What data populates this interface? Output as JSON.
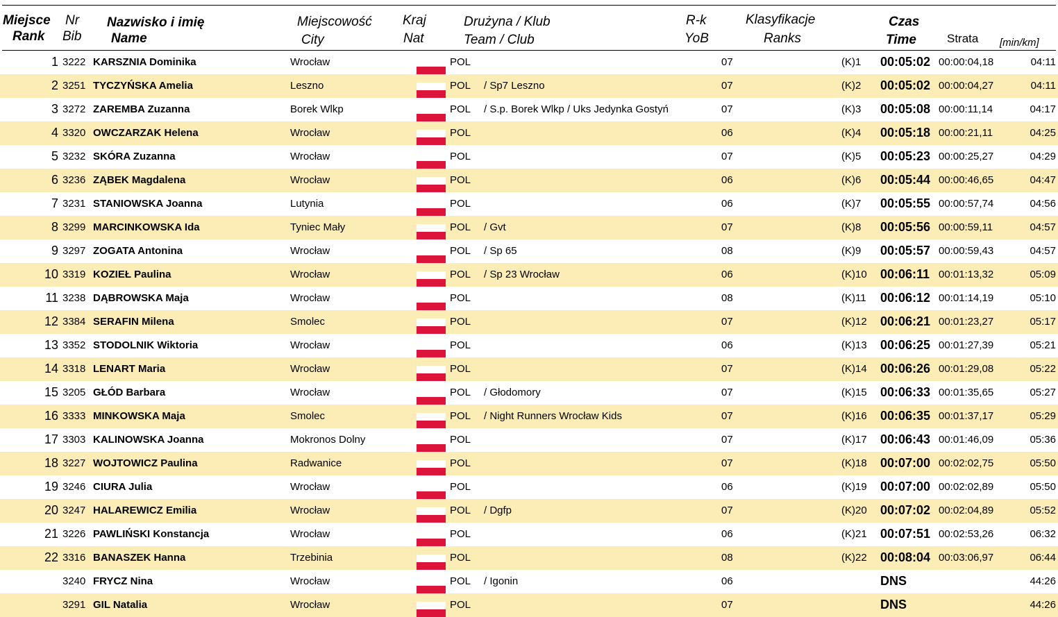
{
  "headers": {
    "rank_pl": "Miejsce",
    "rank_en": "Rank",
    "bib_pl": "Nr",
    "bib_en": "Bib",
    "name_pl": "Nazwisko i imię",
    "name_en": "Name",
    "city_pl": "Miejscowość",
    "city_en": "City",
    "nat_pl": "Kraj",
    "nat_en": "Nat",
    "team_pl": "Drużyna / Klub",
    "team_en": "Team / Club",
    "yob_pl": "R-k",
    "yob_en": "YoB",
    "ranks_pl": "Klasyfikacje",
    "ranks_en": "Ranks",
    "time_pl": "Czas",
    "time_en": "Time",
    "gap": "Strata",
    "pace": "[min/km]"
  },
  "colors": {
    "alt_row": "#FBEDB5",
    "flag_red": "#DC143C"
  },
  "rows": [
    {
      "rank": "1",
      "bib": "3222",
      "name": "KARSZNIA Dominika",
      "city": "Wrocław",
      "nat": "POL",
      "team": "",
      "yob": "07",
      "cls": "(K)1",
      "time": "00:05:02",
      "gap": "00:00:04,18",
      "pace": "04:11"
    },
    {
      "rank": "2",
      "bib": "3251",
      "name": "TYCZYŃSKA Amelia",
      "city": "Leszno",
      "nat": "POL",
      "team": "/ Sp7 Leszno",
      "yob": "07",
      "cls": "(K)2",
      "time": "00:05:02",
      "gap": "00:00:04,27",
      "pace": "04:11"
    },
    {
      "rank": "3",
      "bib": "3272",
      "name": "ZAREMBA Zuzanna",
      "city": "Borek Wlkp",
      "nat": "POL",
      "team": "/ S.p. Borek Wlkp / Uks Jedynka Gostyń",
      "yob": "07",
      "cls": "(K)3",
      "time": "00:05:08",
      "gap": "00:00:11,14",
      "pace": "04:17"
    },
    {
      "rank": "4",
      "bib": "3320",
      "name": "OWCZARZAK Helena",
      "city": "Wrocław",
      "nat": "POL",
      "team": "",
      "yob": "06",
      "cls": "(K)4",
      "time": "00:05:18",
      "gap": "00:00:21,11",
      "pace": "04:25"
    },
    {
      "rank": "5",
      "bib": "3232",
      "name": "SKÓRA Zuzanna",
      "city": "Wrocław",
      "nat": "POL",
      "team": "",
      "yob": "07",
      "cls": "(K)5",
      "time": "00:05:23",
      "gap": "00:00:25,27",
      "pace": "04:29"
    },
    {
      "rank": "6",
      "bib": "3236",
      "name": "ZĄBEK Magdalena",
      "city": "Wrocław",
      "nat": "POL",
      "team": "",
      "yob": "06",
      "cls": "(K)6",
      "time": "00:05:44",
      "gap": "00:00:46,65",
      "pace": "04:47"
    },
    {
      "rank": "7",
      "bib": "3231",
      "name": "STANIOWSKA Joanna",
      "city": "Lutynia",
      "nat": "POL",
      "team": "",
      "yob": "06",
      "cls": "(K)7",
      "time": "00:05:55",
      "gap": "00:00:57,74",
      "pace": "04:56"
    },
    {
      "rank": "8",
      "bib": "3299",
      "name": "MARCINKOWSKA Ida",
      "city": "Tyniec Mały",
      "nat": "POL",
      "team": "/ Gvt",
      "yob": "07",
      "cls": "(K)8",
      "time": "00:05:56",
      "gap": "00:00:59,11",
      "pace": "04:57"
    },
    {
      "rank": "9",
      "bib": "3297",
      "name": "ZOGATA Antonina",
      "city": "Wrocław",
      "nat": "POL",
      "team": "/ Sp 65",
      "yob": "08",
      "cls": "(K)9",
      "time": "00:05:57",
      "gap": "00:00:59,43",
      "pace": "04:57"
    },
    {
      "rank": "10",
      "bib": "3319",
      "name": "KOZIEŁ Paulina",
      "city": "Wrocław",
      "nat": "POL",
      "team": "/ Sp 23 Wrocław",
      "yob": "06",
      "cls": "(K)10",
      "time": "00:06:11",
      "gap": "00:01:13,32",
      "pace": "05:09"
    },
    {
      "rank": "11",
      "bib": "3238",
      "name": "DĄBROWSKA Maja",
      "city": "Wrocław",
      "nat": "POL",
      "team": "",
      "yob": "08",
      "cls": "(K)11",
      "time": "00:06:12",
      "gap": "00:01:14,19",
      "pace": "05:10"
    },
    {
      "rank": "12",
      "bib": "3384",
      "name": "SERAFIN Milena",
      "city": "Smolec",
      "nat": "POL",
      "team": "",
      "yob": "07",
      "cls": "(K)12",
      "time": "00:06:21",
      "gap": "00:01:23,27",
      "pace": "05:17"
    },
    {
      "rank": "13",
      "bib": "3352",
      "name": "STODOLNIK Wiktoria",
      "city": "Wrocław",
      "nat": "POL",
      "team": "",
      "yob": "06",
      "cls": "(K)13",
      "time": "00:06:25",
      "gap": "00:01:27,39",
      "pace": "05:21"
    },
    {
      "rank": "14",
      "bib": "3318",
      "name": "LENART Maria",
      "city": "Wrocław",
      "nat": "POL",
      "team": "",
      "yob": "07",
      "cls": "(K)14",
      "time": "00:06:26",
      "gap": "00:01:29,08",
      "pace": "05:22"
    },
    {
      "rank": "15",
      "bib": "3205",
      "name": "GŁÓD Barbara",
      "city": "Wrocław",
      "nat": "POL",
      "team": "/ Głodomory",
      "yob": "07",
      "cls": "(K)15",
      "time": "00:06:33",
      "gap": "00:01:35,65",
      "pace": "05:27"
    },
    {
      "rank": "16",
      "bib": "3333",
      "name": "MINKOWSKA Maja",
      "city": "Smolec",
      "nat": "POL",
      "team": "/ Night Runners Wrocław Kids",
      "yob": "07",
      "cls": "(K)16",
      "time": "00:06:35",
      "gap": "00:01:37,17",
      "pace": "05:29"
    },
    {
      "rank": "17",
      "bib": "3303",
      "name": "KALINOWSKA Joanna",
      "city": "Mokronos Dolny",
      "nat": "POL",
      "team": "",
      "yob": "07",
      "cls": "(K)17",
      "time": "00:06:43",
      "gap": "00:01:46,09",
      "pace": "05:36"
    },
    {
      "rank": "18",
      "bib": "3227",
      "name": "WOJTOWICZ Paulina",
      "city": "Radwanice",
      "nat": "POL",
      "team": "",
      "yob": "07",
      "cls": "(K)18",
      "time": "00:07:00",
      "gap": "00:02:02,75",
      "pace": "05:50"
    },
    {
      "rank": "19",
      "bib": "3246",
      "name": "CIURA Julia",
      "city": "Wrocław",
      "nat": "POL",
      "team": "",
      "yob": "06",
      "cls": "(K)19",
      "time": "00:07:00",
      "gap": "00:02:02,89",
      "pace": "05:50"
    },
    {
      "rank": "20",
      "bib": "3247",
      "name": "HALAREWICZ Emilia",
      "city": "Wrocław",
      "nat": "POL",
      "team": "/ Dgfp",
      "yob": "07",
      "cls": "(K)20",
      "time": "00:07:02",
      "gap": "00:02:04,89",
      "pace": "05:52"
    },
    {
      "rank": "21",
      "bib": "3226",
      "name": "PAWLIŃSKI Konstancja",
      "city": "Wrocław",
      "nat": "POL",
      "team": "",
      "yob": "06",
      "cls": "(K)21",
      "time": "00:07:51",
      "gap": "00:02:53,26",
      "pace": "06:32"
    },
    {
      "rank": "22",
      "bib": "3316",
      "name": "BANASZEK Hanna",
      "city": "Trzebinia",
      "nat": "POL",
      "team": "",
      "yob": "08",
      "cls": "(K)22",
      "time": "00:08:04",
      "gap": "00:03:06,97",
      "pace": "06:44"
    },
    {
      "rank": "",
      "bib": "3240",
      "name": "FRYCZ Nina",
      "city": "Wrocław",
      "nat": "POL",
      "team": "/ Igonin",
      "yob": "06",
      "cls": "",
      "time": "DNS",
      "gap": "",
      "pace": "44:26"
    },
    {
      "rank": "",
      "bib": "3291",
      "name": "GIL Natalia",
      "city": "Wrocław",
      "nat": "POL",
      "team": "",
      "yob": "07",
      "cls": "",
      "time": "DNS",
      "gap": "",
      "pace": "44:26"
    }
  ]
}
